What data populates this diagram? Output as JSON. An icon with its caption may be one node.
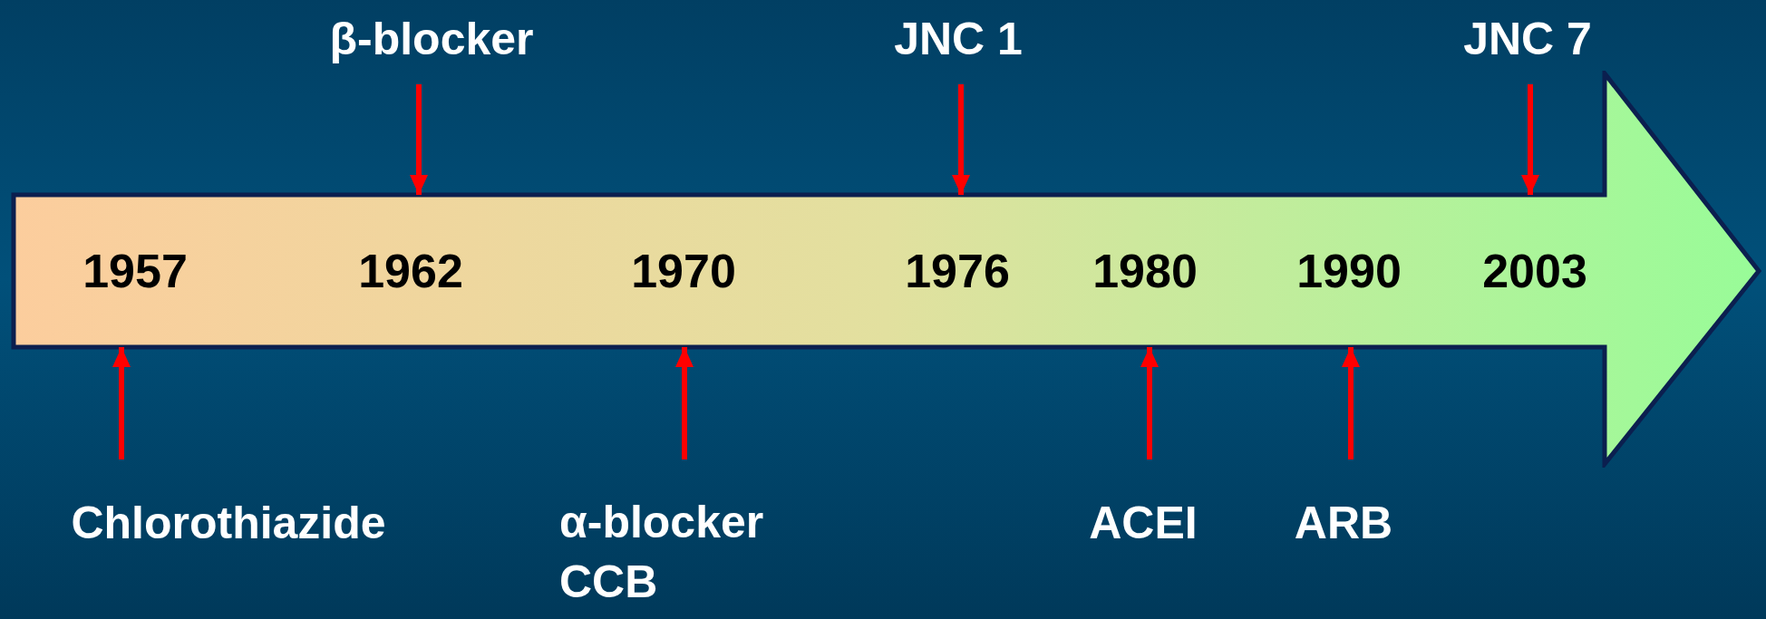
{
  "diagram": {
    "nodes": [
      {
        "text": [],
        "shape": "arrow"
      },
      {
        "text": [
          "1957"
        ],
        "in": 0
      },
      {
        "text": [
          "1962"
        ],
        "in": 0
      },
      {
        "text": [
          "1970"
        ],
        "in": 0
      },
      {
        "text": [
          "1976"
        ],
        "in": 0
      },
      {
        "text": [
          "1980"
        ],
        "in": 0
      },
      {
        "text": [
          "1990"
        ],
        "in": 0
      },
      {
        "text": [
          "2003"
        ],
        "in": 0
      },
      {
        "text": [
          "β-blocker"
        ]
      },
      {
        "text": [
          "JNC 1"
        ]
      },
      {
        "text": [
          "JNC 7"
        ]
      },
      {
        "text": [
          "Chlorothiazide"
        ]
      },
      {
        "text": [
          "α-blocker CCB"
        ]
      },
      {
        "text": [
          "ACEI"
        ]
      },
      {
        "text": [
          "ARB"
        ]
      }
    ],
    "edges": [
      {
        "from": 8,
        "to": 2,
        "arrow": "to"
      },
      {
        "from": 9,
        "to": 4,
        "arrow": "to"
      },
      {
        "from": 10,
        "to": 7,
        "arrow": "to"
      },
      {
        "from": 11,
        "to": 1,
        "arrow": "to"
      },
      {
        "from": 12,
        "to": 3,
        "arrow": "to"
      },
      {
        "from": 13,
        "to": 5,
        "arrow": "to"
      },
      {
        "from": 14,
        "to": 6,
        "arrow": "to"
      }
    ]
  }
}
